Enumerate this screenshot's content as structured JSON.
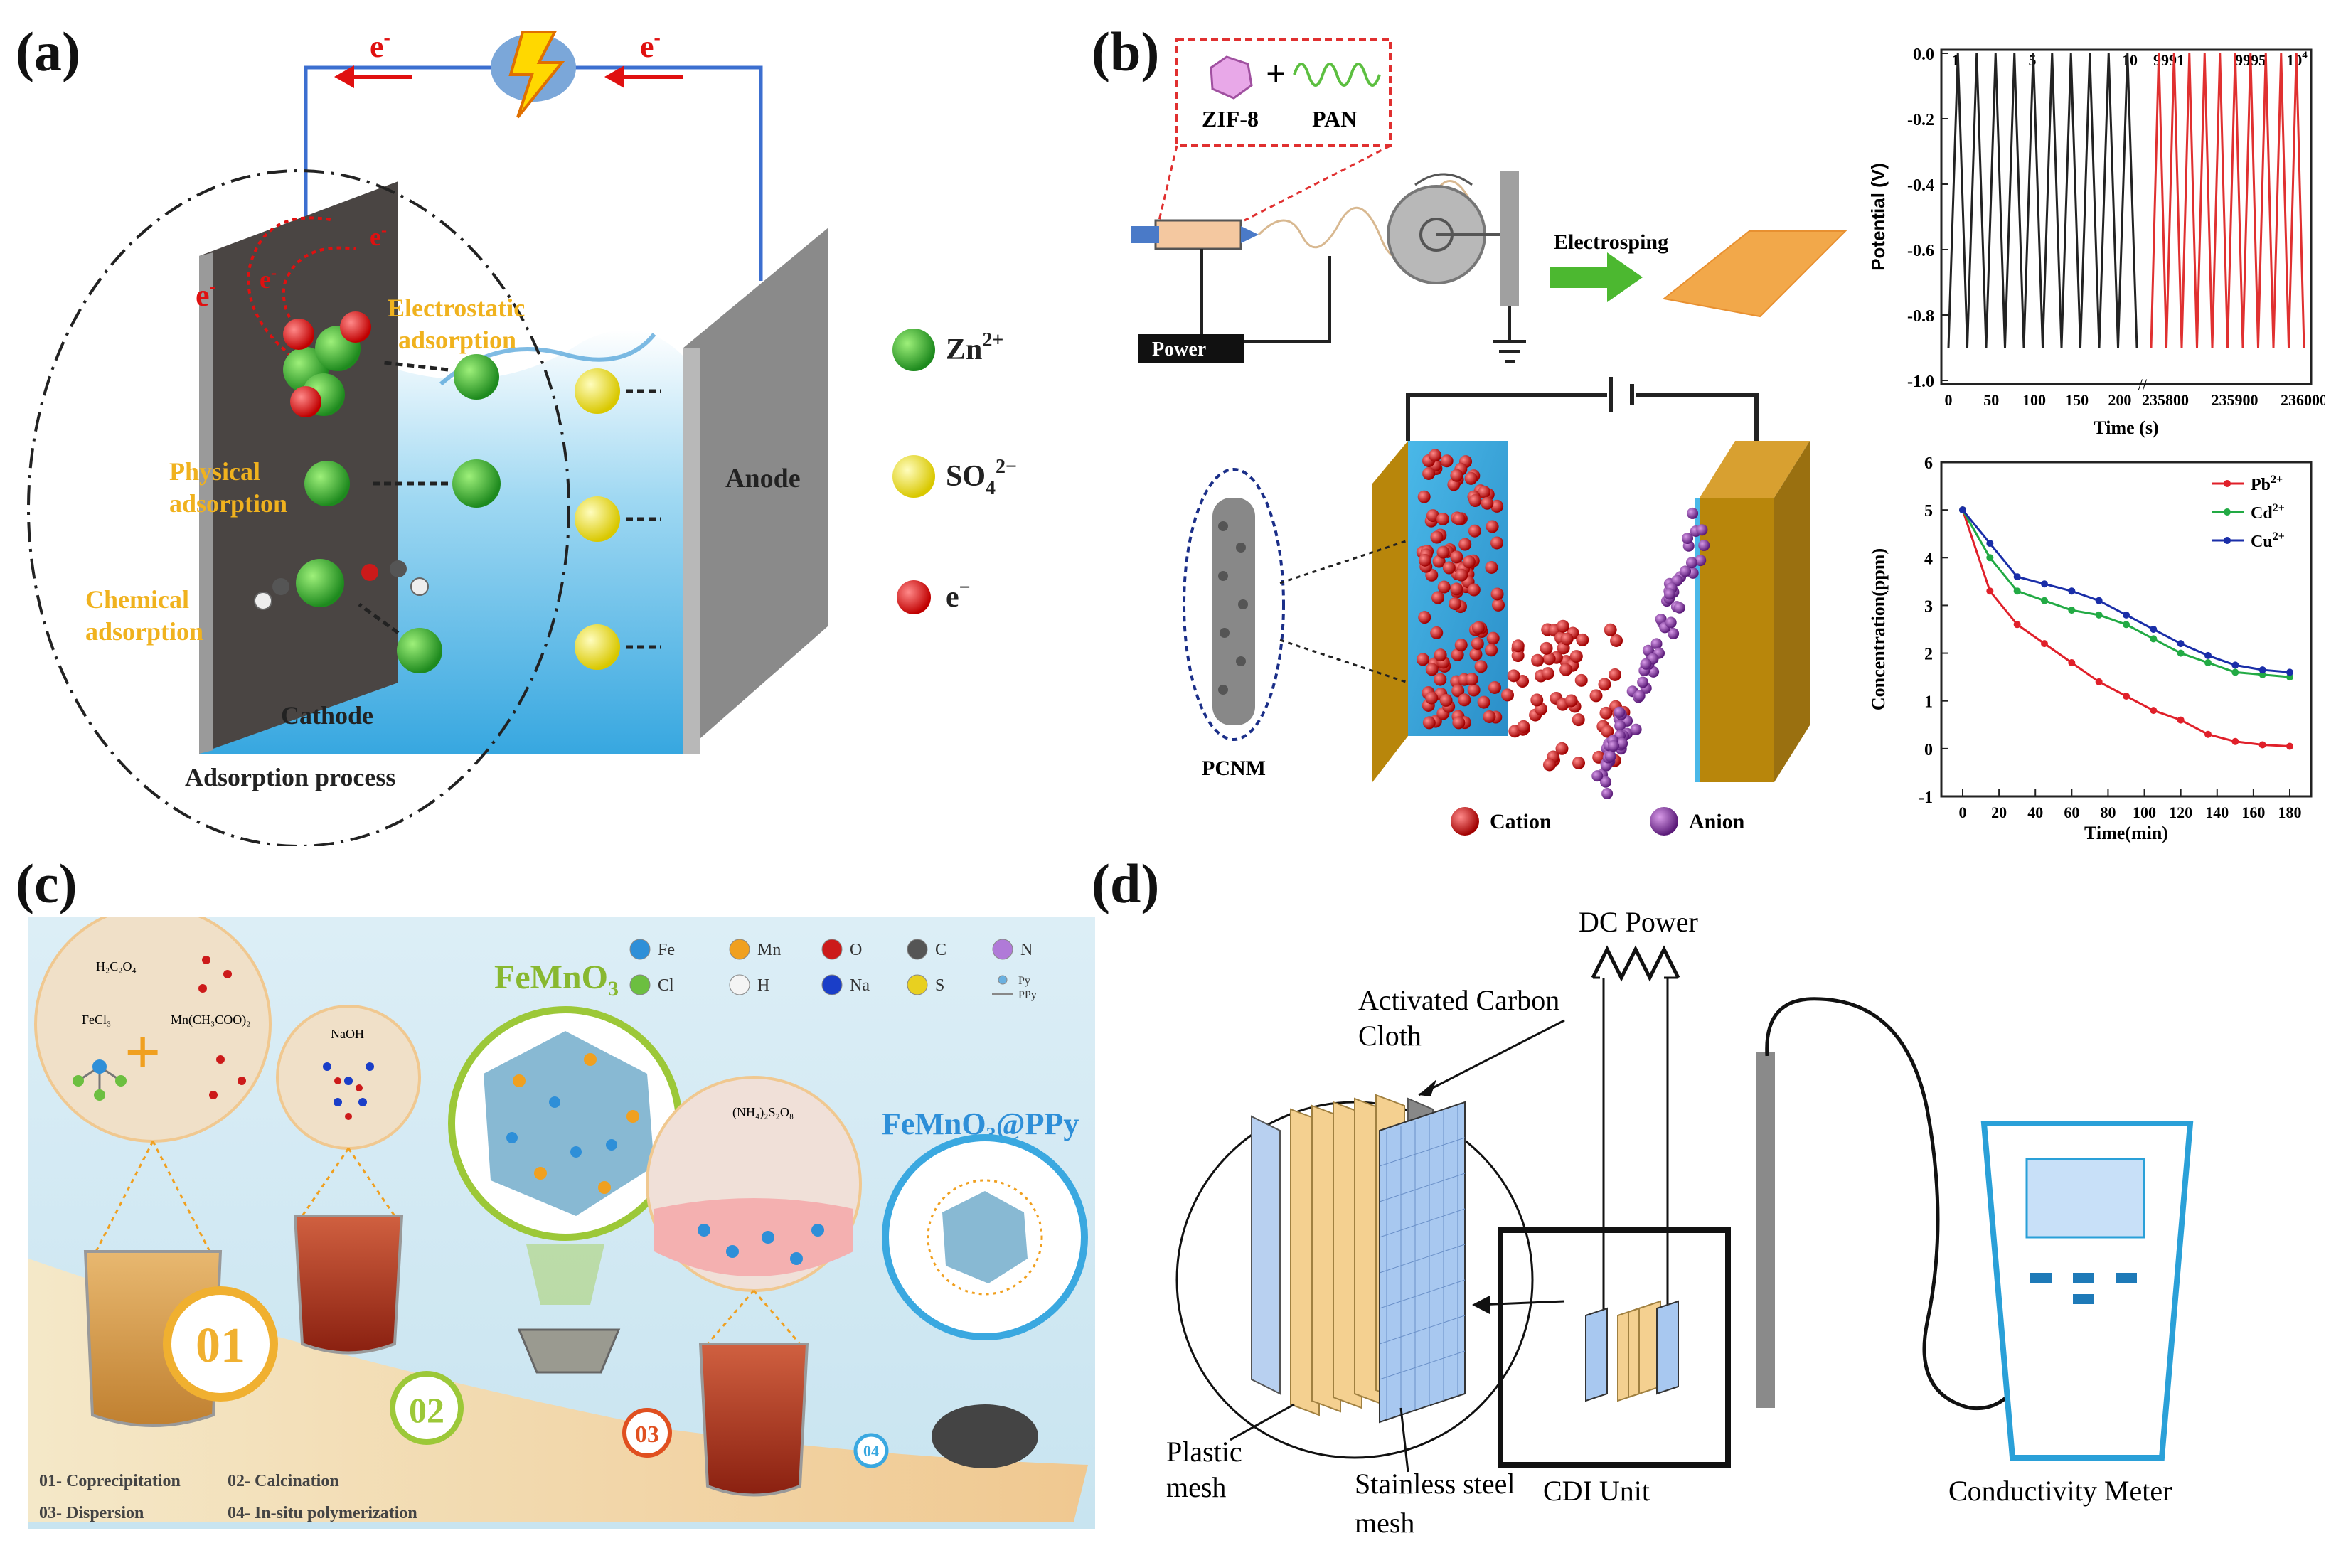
{
  "panel_a": {
    "label": "(a)",
    "electron": "e",
    "electron_sup": "-",
    "electrostatic": "Electrostatic",
    "electrostatic2": "adsorption",
    "physical": "Physical",
    "physical2": "adsorption",
    "chemical": "Chemical",
    "chemical2": "adsorption",
    "cathode": "Cathode",
    "anode": "Anode",
    "process": "Adsorption process",
    "legend_zn": "Zn",
    "legend_zn_sup": "2+",
    "legend_so4": "SO",
    "legend_so4_sub": "4",
    "legend_so4_sup": "2−",
    "legend_e": "e",
    "legend_e_sup": "−",
    "colors": {
      "zn": "#3daa35",
      "so4": "#f2e21a",
      "e": "#e01010",
      "text_orange": "#f0b21e",
      "wire": "#3c6fd0"
    }
  },
  "panel_b": {
    "label": "(b)",
    "zif": "ZIF-8",
    "pan": "PAN",
    "plus": "+",
    "power": "Power",
    "electrospinning": "Electrosping",
    "pcnm": "PCNM",
    "cation": "Cation",
    "anion": "Anion",
    "colors": {
      "cation": "#c0131b",
      "anion": "#7a2a94",
      "electrode": "#b8860b"
    }
  },
  "chart_top": {
    "chart_data": {
      "type": "line",
      "ylabel": "Potential (V)",
      "xlabel": "Time (s)",
      "ylim": [
        -1.0,
        0.0
      ],
      "y_ticks": [
        "0.0",
        "-0.2",
        "-0.4",
        "-0.6",
        "-0.8",
        "-1.0"
      ],
      "x_ticks": [
        "0",
        "50",
        "100",
        "150",
        "200",
        "235800",
        "235900",
        "236000"
      ],
      "cycle_labels": [
        "1",
        "5",
        "10",
        "9991",
        "9995",
        "10"
      ],
      "cycle_last_sup": "4",
      "series": [
        {
          "segment": "initial",
          "cycles": 10,
          "color": "#222222",
          "min": -0.9,
          "max": 0.0
        },
        {
          "segment": "final",
          "cycles": 10,
          "color": "#e03030",
          "min": -0.9,
          "max": 0.0
        }
      ]
    }
  },
  "chart_bottom": {
    "chart_data": {
      "type": "line",
      "ylabel": "Concentration(ppm)",
      "xlabel": "Time(min)",
      "ylim": [
        -1,
        6
      ],
      "xlim": [
        0,
        180
      ],
      "x": [
        0,
        15,
        30,
        45,
        60,
        75,
        90,
        105,
        120,
        135,
        150,
        165,
        180
      ],
      "x_ticks": [
        "0",
        "20",
        "40",
        "60",
        "80",
        "100",
        "120",
        "140",
        "160",
        "180"
      ],
      "y_ticks": [
        "6",
        "5",
        "4",
        "3",
        "2",
        "1",
        "0",
        "-1"
      ],
      "series": [
        {
          "name": "Pb",
          "sup": "2+",
          "color": "#e0202a",
          "values": [
            5.0,
            3.3,
            2.6,
            2.2,
            1.8,
            1.4,
            1.1,
            0.8,
            0.6,
            0.3,
            0.15,
            0.08,
            0.05
          ]
        },
        {
          "name": "Cd",
          "sup": "2+",
          "color": "#22aa44",
          "values": [
            5.0,
            4.0,
            3.3,
            3.1,
            2.9,
            2.8,
            2.6,
            2.3,
            2.0,
            1.8,
            1.6,
            1.55,
            1.5
          ]
        },
        {
          "name": "Cu",
          "sup": "2+",
          "color": "#1a2ea8",
          "values": [
            5.0,
            4.3,
            3.6,
            3.45,
            3.3,
            3.1,
            2.8,
            2.5,
            2.2,
            1.95,
            1.75,
            1.65,
            1.6
          ]
        }
      ],
      "legend": "top-right"
    }
  },
  "panel_c": {
    "label": "(c)",
    "legend": [
      {
        "sym": "Fe",
        "color": "#2e8fd8"
      },
      {
        "sym": "Mn",
        "color": "#f0a020"
      },
      {
        "sym": "O",
        "color": "#cc1a1a"
      },
      {
        "sym": "C",
        "color": "#555555"
      },
      {
        "sym": "N",
        "color": "#b07ad8"
      },
      {
        "sym": "Cl",
        "color": "#6cbf40"
      },
      {
        "sym": "H",
        "color": "#f4f4f4"
      },
      {
        "sym": "Na",
        "color": "#1a3ec8"
      },
      {
        "sym": "S",
        "color": "#e8d020"
      },
      {
        "sym": "Py",
        "color": "#6ab0e0"
      },
      {
        "sym": "PPy",
        "color": "#888888"
      }
    ],
    "h2c2o4": "H₂C₂O₄",
    "fecl3": "FeCl₃",
    "mnac": "Mn(CH₃COO)₂",
    "naoh": "NaOH",
    "nh4s2o8": "(NH₄)₂S₂O₈",
    "femno3": "FeMnO",
    "femno3_sub": "3",
    "femno3ppy": "FeMnO",
    "femno3ppy_sub": "3",
    "femno3ppy_tail": "@PPy",
    "steps": [
      "01",
      "02",
      "03",
      "04"
    ],
    "step_notes": [
      "01- Coprecipitation",
      "02- Calcination",
      "03- Dispersion",
      "04- In-situ polymerization"
    ]
  },
  "panel_d": {
    "label": "(d)",
    "dc_power": "DC Power",
    "activated_carbon": "Activated Carbon",
    "cloth": "Cloth",
    "plastic": "Plastic",
    "mesh": "mesh",
    "stainless": "Stainless steel",
    "mesh2": "mesh",
    "cdi_unit": "CDI Unit",
    "conductivity": "Conductivity Meter"
  }
}
